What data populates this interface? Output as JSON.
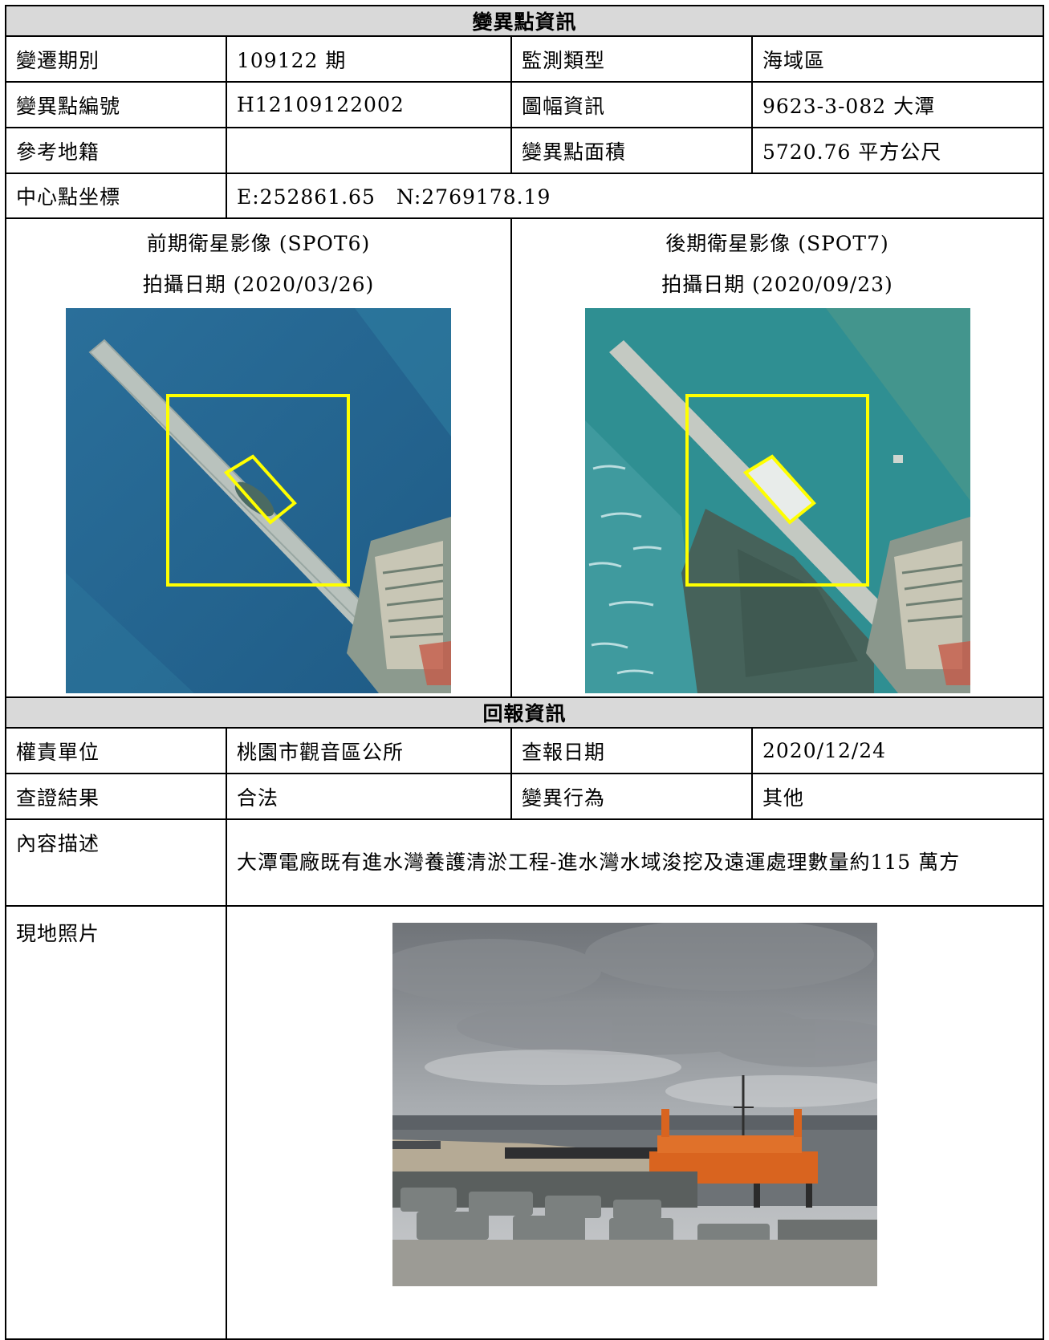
{
  "section1": {
    "title": "變異點資訊",
    "period_label": "變遷期別",
    "period_value": "109122 期",
    "monitor_label": "監測類型",
    "monitor_value": "海域區",
    "id_label": "變異點編號",
    "id_value": "H12109122002",
    "map_label": "圖幅資訊",
    "map_value": "9623-3-082 大潭",
    "cadastre_label": "參考地籍",
    "cadastre_value": "",
    "area_label": "變異點面積",
    "area_value": "5720.76 平方公尺",
    "center_label": "中心點坐標",
    "center_value": "E:252861.65　N:2769178.19"
  },
  "images": {
    "before_title": "前期衛星影像 (SPOT6)",
    "before_date": "拍攝日期 (2020/03/26)",
    "after_title": "後期衛星影像 (SPOT7)",
    "after_date": "拍攝日期 (2020/09/23)"
  },
  "section2": {
    "title": "回報資訊",
    "unit_label": "權責單位",
    "unit_value": "桃園市觀音區公所",
    "report_date_label": "查報日期",
    "report_date_value": "2020/12/24",
    "result_label": "查證結果",
    "result_value": "合法",
    "behavior_label": "變異行為",
    "behavior_value": "其他",
    "desc_label": "內容描述",
    "desc_value": "大潭電廠既有進水灣養護清淤工程-進水灣水域浚挖及遠運處理數量約115 萬方",
    "photo_label": "現地照片"
  },
  "colors": {
    "highlight_box": "#ffff00",
    "header_bg": "#d9d9d9"
  }
}
